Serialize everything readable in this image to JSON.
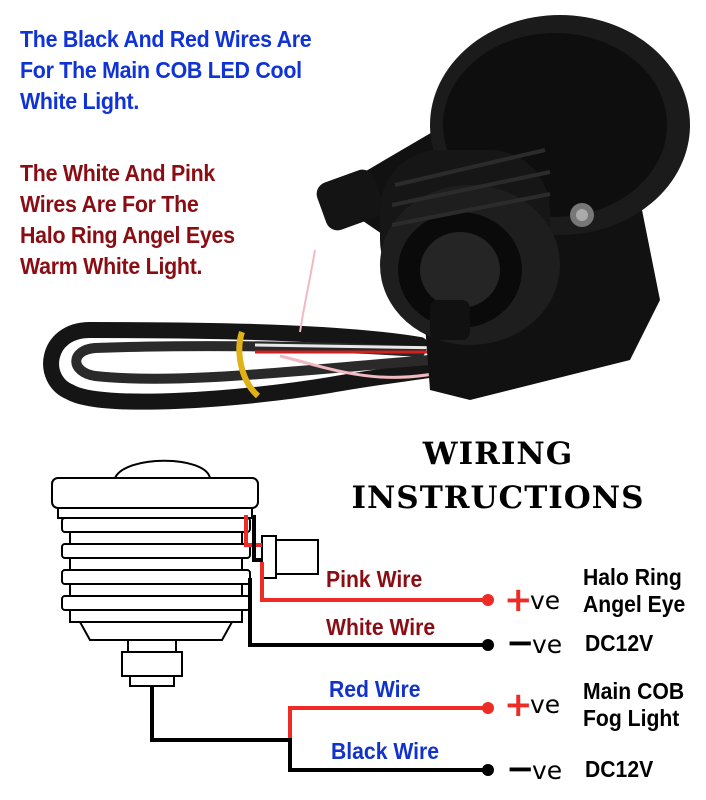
{
  "notes": {
    "cob": [
      "The Black And Red Wires Are",
      "For The Main COB LED Cool",
      "White Light."
    ],
    "halo": [
      "The White And Pink",
      "Wires Are For The",
      "Halo Ring Angel Eyes",
      "Warm White Light."
    ]
  },
  "title": [
    "WIRING",
    "INSTRUCTIONS"
  ],
  "wires": [
    {
      "label": "Pink Wire",
      "sign": "+",
      "polarity": "ve",
      "target": [
        "Halo Ring",
        "Angel Eye"
      ],
      "label_color": "#8b0d14",
      "wire_color": "#ee2b24"
    },
    {
      "label": "White Wire",
      "sign": "−",
      "polarity": "ve",
      "target": [
        "DC12V"
      ],
      "label_color": "#8b0d14",
      "wire_color": "#000000"
    },
    {
      "label": "Red Wire",
      "sign": "+",
      "polarity": "ve",
      "target": [
        "Main COB",
        "Fog Light"
      ],
      "label_color": "#1133cc",
      "wire_color": "#ee2b24"
    },
    {
      "label": "Black Wire",
      "sign": "−",
      "polarity": "ve",
      "target": [
        "DC12V"
      ],
      "label_color": "#1133cc",
      "wire_color": "#000000"
    }
  ],
  "colors": {
    "blue_text": "#1033d6",
    "red_text": "#8b0d14",
    "plus_sign": "#ee2b24",
    "minus_sign": "#000000"
  },
  "icons": [
    "fog-light-photo",
    "fog-light-outline-icon",
    "terminal-dot-icon"
  ]
}
